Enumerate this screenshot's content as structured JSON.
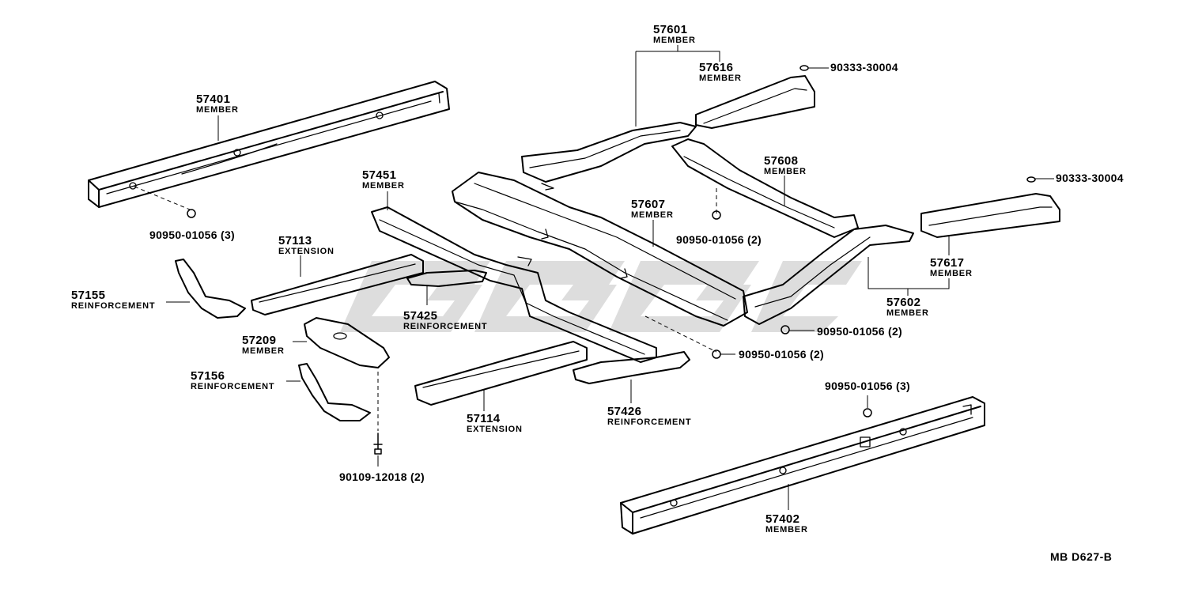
{
  "parts": [
    {
      "number": "57601",
      "name": "MEMBER"
    },
    {
      "number": "57616",
      "name": "MEMBER"
    },
    {
      "number": "57401",
      "name": "MEMBER"
    },
    {
      "number": "57451",
      "name": "MEMBER"
    },
    {
      "number": "57608",
      "name": "MEMBER"
    },
    {
      "number": "57607",
      "name": "MEMBER"
    },
    {
      "number": "57113",
      "name": "EXTENSION"
    },
    {
      "number": "57155",
      "name": "REINFORCEMENT"
    },
    {
      "number": "57617",
      "name": "MEMBER"
    },
    {
      "number": "57602",
      "name": "MEMBER"
    },
    {
      "number": "57425",
      "name": "REINFORCEMENT"
    },
    {
      "number": "57209",
      "name": "MEMBER"
    },
    {
      "number": "57156",
      "name": "REINFORCEMENT"
    },
    {
      "number": "57114",
      "name": "EXTENSION"
    },
    {
      "number": "57426",
      "name": "REINFORCEMENT"
    },
    {
      "number": "57402",
      "name": "MEMBER"
    }
  ],
  "hardware": [
    "90333-30004",
    "90333-30004",
    "90950-01056 (3)",
    "90950-01056 (2)",
    "90950-01056 (2)",
    "90950-01056 (2)",
    "90950-01056 (3)",
    "90109-12018 (2)"
  ],
  "diagram_code": "MB D627-B",
  "colors": {
    "ink": "#000000",
    "watermark": "#d0d0d0",
    "background": "#ffffff"
  }
}
